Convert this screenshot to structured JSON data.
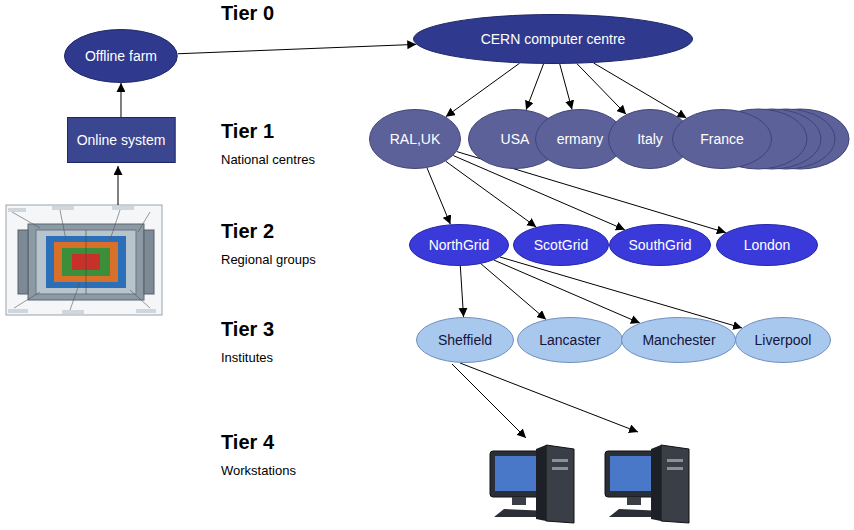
{
  "diagram": {
    "nodes": [
      {
        "text": [
          "Offline farm"
        ]
      },
      {
        "text": [
          "Online system"
        ]
      },
      {
        "text": [
          "CERN computer centre"
        ]
      },
      {
        "text": [
          "RAL,UK"
        ]
      },
      {
        "text": [
          "USA"
        ]
      },
      {
        "text": [
          "ermany"
        ]
      },
      {
        "text": [
          "Italy"
        ]
      },
      {
        "text": [
          "France"
        ]
      },
      {
        "text": [
          "NorthGrid"
        ]
      },
      {
        "text": [
          "ScotGrid"
        ]
      },
      {
        "text": [
          "SouthGrid"
        ]
      },
      {
        "text": [
          "London"
        ]
      },
      {
        "text": [
          "Sheffield"
        ]
      },
      {
        "text": [
          "Lancaster"
        ]
      },
      {
        "text": [
          "Manchester"
        ]
      },
      {
        "text": [
          "Liverpool"
        ]
      }
    ],
    "edges": [
      {
        "from": 1,
        "to": 0,
        "arrow": "to"
      },
      {
        "from": 0,
        "to": 2,
        "arrow": "to"
      },
      {
        "from": 2,
        "to": 3,
        "arrow": "to"
      },
      {
        "from": 2,
        "to": 4,
        "arrow": "to"
      },
      {
        "from": 2,
        "to": 5,
        "arrow": "to"
      },
      {
        "from": 2,
        "to": 6,
        "arrow": "to"
      },
      {
        "from": 2,
        "to": 7,
        "arrow": "to"
      },
      {
        "from": 3,
        "to": 8,
        "arrow": "to"
      },
      {
        "from": 3,
        "to": 9,
        "arrow": "to"
      },
      {
        "from": 3,
        "to": 10,
        "arrow": "to"
      },
      {
        "from": 3,
        "to": 11,
        "arrow": "to"
      },
      {
        "from": 8,
        "to": 12,
        "arrow": "to"
      },
      {
        "from": 8,
        "to": 13,
        "arrow": "to"
      },
      {
        "from": 8,
        "to": 14,
        "arrow": "to"
      },
      {
        "from": 8,
        "to": 15,
        "arrow": "to"
      }
    ],
    "labels": [
      "Tier 0",
      "Tier 1",
      "National centres",
      "Tier 2",
      "Regional groups",
      "Tier 3",
      "Institutes",
      "Tier 4",
      "Workstations"
    ]
  }
}
